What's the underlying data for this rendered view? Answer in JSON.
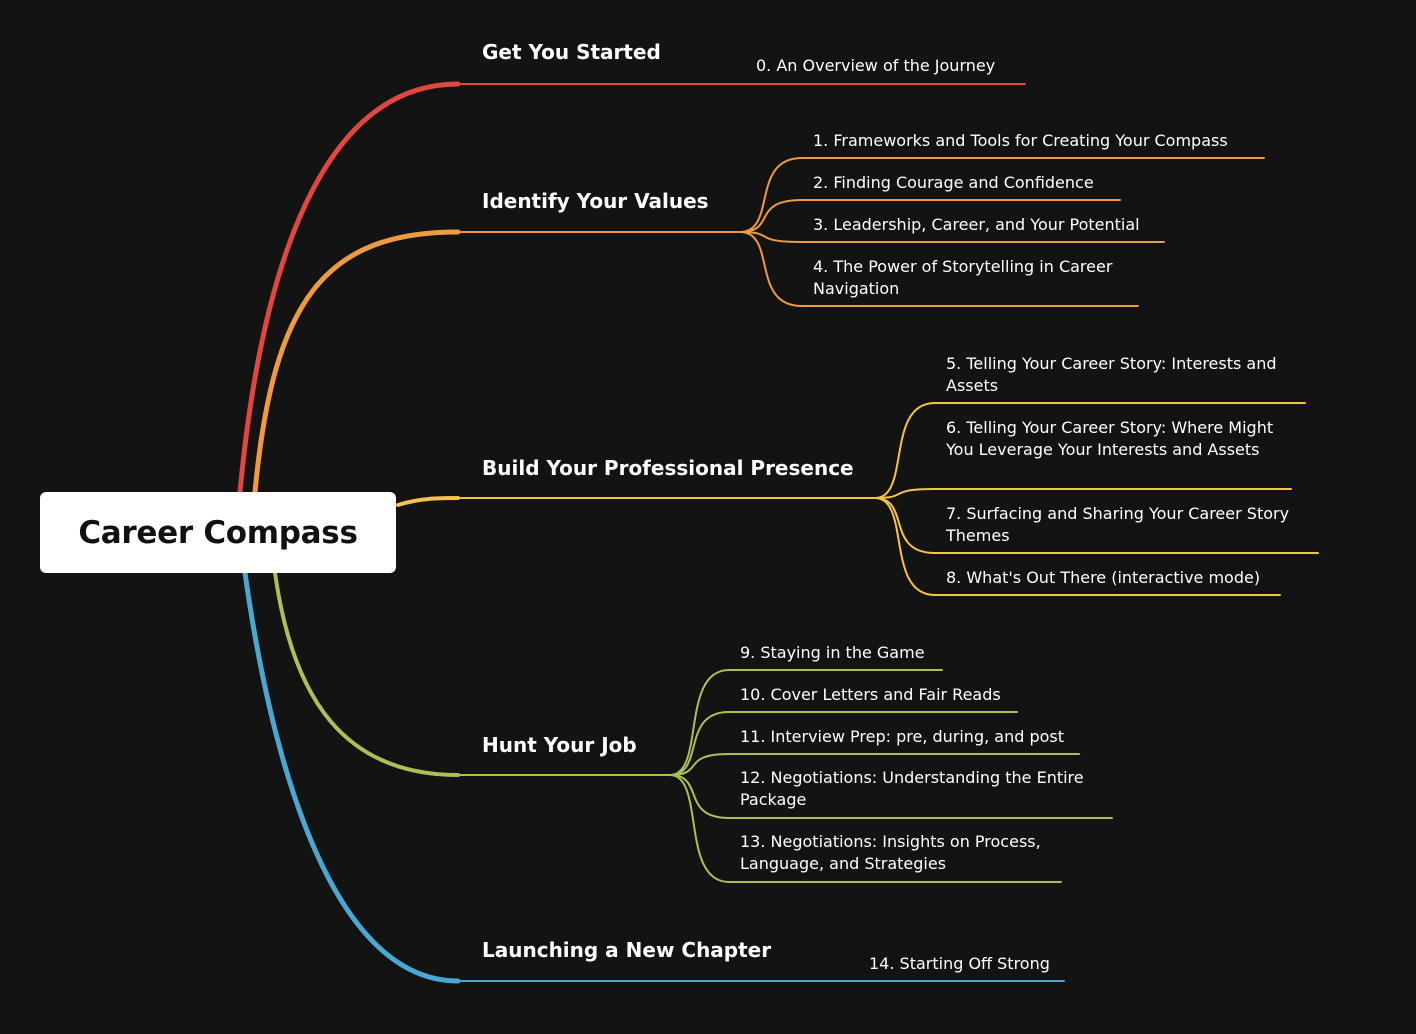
{
  "root": {
    "title": "Career Compass"
  },
  "branches": [
    {
      "title": "Get You Started",
      "color": "#e0473e",
      "topics": [
        "0. An Overview of the Journey"
      ]
    },
    {
      "title": "Identify Your Values",
      "color": "#ee9a41",
      "topics": [
        "1. Frameworks and Tools for Creating Your Compass",
        "2. Finding Courage and Confidence",
        "3. Leadership, Career, and Your Potential",
        "4. The Power of Storytelling in Career Navigation"
      ]
    },
    {
      "title": "Build Your Professional Presence",
      "color": "#f5c443",
      "topics": [
        "5. Telling Your Career Story: Interests and Assets",
        "6. Telling Your Career Story: Where Might You Leverage Your Interests and Assets",
        "7. Surfacing and Sharing Your Career Story Themes",
        "8. What's Out There (interactive mode)"
      ]
    },
    {
      "title": "Hunt Your Job",
      "color": "#a8c256",
      "topics": [
        "9. Staying in the Game",
        "10. Cover Letters and Fair Reads",
        "11. Interview Prep: pre, during, and post",
        "12. Negotiations: Understanding the Entire Package",
        "13. Negotiations: Insights on Process, Language, and Strategies"
      ]
    },
    {
      "title": "Launching a New Chapter",
      "color": "#49a7d2",
      "topics": [
        "14. Starting Off Strong"
      ]
    }
  ]
}
